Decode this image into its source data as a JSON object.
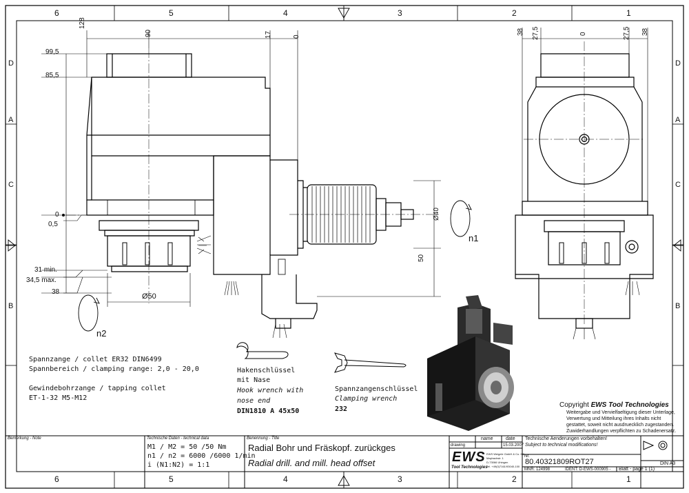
{
  "frame": {
    "columns_top": [
      "6",
      "5",
      "4",
      "3",
      "2",
      "1"
    ],
    "columns_bottom": [
      "6",
      "5",
      "4",
      "3",
      "2",
      "1"
    ],
    "rows_left": [
      "D",
      "C",
      "A",
      "B"
    ],
    "rows_right": [
      "D",
      "C",
      "A",
      "B"
    ]
  },
  "front_view": {
    "top_dims": [
      "128",
      "90",
      "17",
      "0"
    ],
    "left_dims": [
      "99,5",
      "85,5",
      "0",
      "0,5",
      "31 min.",
      "34,5 max.",
      "38"
    ],
    "dia50": "Ø50",
    "dia40": "Ø40",
    "dim50": "50",
    "n1": "n1",
    "n2": "n2"
  },
  "side_view": {
    "top_dims": [
      "38",
      "27,5",
      "0",
      "27,5",
      "38"
    ]
  },
  "specs": {
    "collet_line": "Spannzange / collet   ER32   DIN6499",
    "range_line": "Spannbereich / clamping range: 2,0 - 20,0",
    "tap_line": "Gewindebohrzange / tapping collet",
    "tap_model": "ET-1-32  M5-M12"
  },
  "hook_wrench": {
    "de1": "Hakenschlüssel",
    "de2": "mit Nase",
    "en1": "Hook wrench with",
    "en2": "nose end",
    "spec": "DIN1810 A 45x50"
  },
  "clamping_wrench": {
    "de": "Spannzangenschlüssel",
    "en": "Clamping wrench",
    "spec": "232"
  },
  "copyright": {
    "title_prefix": "Copyright ",
    "brand": "EWS Tool Technologies",
    "lines": [
      "Weitergabe und Vervielfaeltigung dieser Unterlage,",
      "Verwertung und Mitteilung ihres Inhalts nicht",
      "gestattet, soweit nicht ausdruecklich zugestanden.",
      "Zuwiderhandlungen verpflichten zu Schadenersatz."
    ]
  },
  "title_block": {
    "remarks_label": "Bemerkung - Note",
    "techdata_label": "Technische Daten - technical data",
    "torque": "M1 / M2 = 50  /50  Nm",
    "speed": "n1 / n2 = 6000 /6000  1/min",
    "ratio": "i  (N1:N2) = 1:1",
    "name_label": "Benennung - Title",
    "title_de": "Radial Bohr und Fräskopf. zurückges",
    "title_en": "Radial drill. and mill. head offset",
    "col_name": "name",
    "col_date": "date",
    "drawing_label": "drawing",
    "drawing_date": "15.03.2007",
    "logo": "EWS",
    "logo_sub": "Tool Technologies",
    "company": [
      "EWS Weigele GmbH & Co. KG",
      "Maybachstr. 1",
      "D-73066 Uhingen",
      "Tel. +49(0)7161/93040-100"
    ],
    "changes_de": "Technische Aenderungen vorbehalten!",
    "changes_en": "Subject to technical modifications!",
    "nr_label": "Nr.",
    "part_no": "80.40321809ROT27",
    "mnr": "MNR: 124998",
    "ident": "IDENT: D-EWS-000905 -",
    "sheet": "Blatt - page  1 (1)",
    "format": "DIN A3"
  }
}
